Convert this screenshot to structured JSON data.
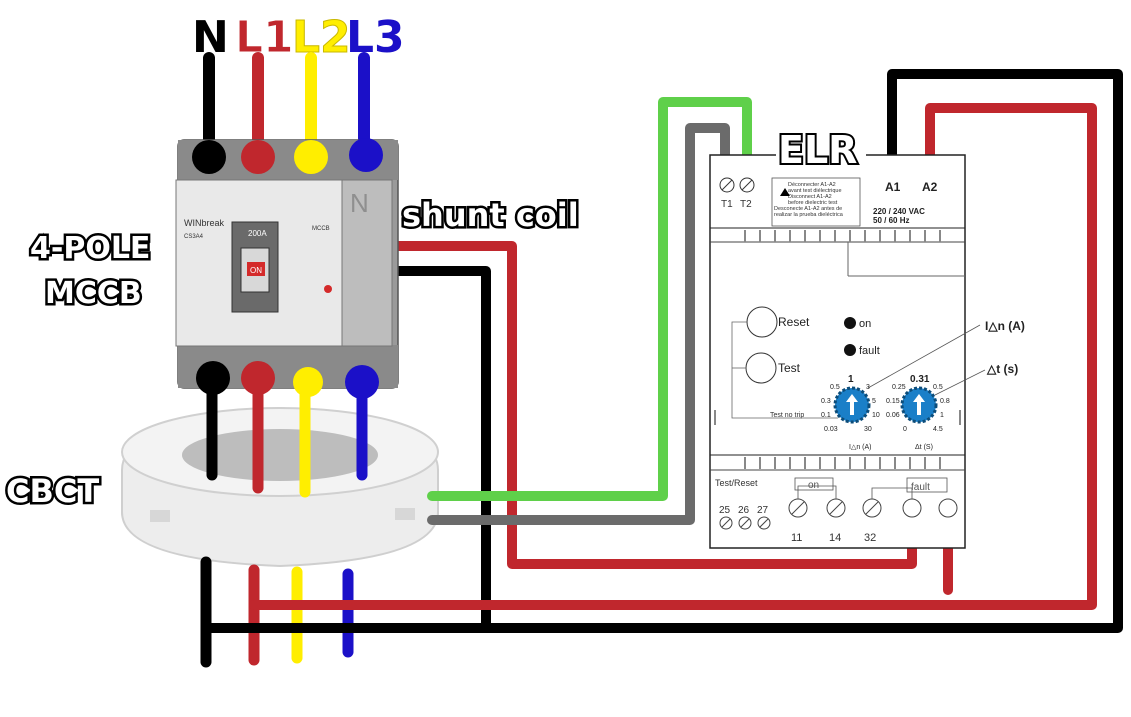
{
  "phases": {
    "n": {
      "label": "N",
      "color": "#000000"
    },
    "l1": {
      "label": "L1",
      "color": "#c0272d"
    },
    "l2": {
      "label": "L2",
      "color": "#ffee00"
    },
    "l3": {
      "label": "L3",
      "color": "#1b10c8"
    }
  },
  "labels": {
    "mccb_line1": "4-POLE",
    "mccb_line2": "MCCB",
    "cbct": "CBCT",
    "shunt_coil": "shunt coil",
    "elr": "ELR"
  },
  "mccb": {
    "brand": "WINbreak",
    "model": "CS3A4",
    "rating": "200A",
    "trip": "ON",
    "side_label": "MCCB"
  },
  "elr_panel": {
    "t1": "T1",
    "t2": "T2",
    "a1": "A1",
    "a2": "A2",
    "warning": [
      "Déconnecter A1-A2",
      "avant test diélectrique",
      "Disconnect A1-A2",
      "before dielectric test",
      "Desconecte A1-A2 antes de",
      "realizar la prueba dieléctrica"
    ],
    "voltage": "220 / 240 VAC",
    "freq": "50 / 60 Hz",
    "reset": "Reset",
    "test": "Test",
    "on": "on",
    "fault": "fault",
    "test_no_trip": "Test no trip",
    "idn_title": "I△n (A)",
    "dt_title": "△t (s)",
    "idn_caption": "I△n (A)",
    "dt_caption": "Δt (S)",
    "idn_top": "1",
    "dt_top": "0.31",
    "idn_ticks": [
      "0.5",
      "3",
      "0.3",
      "5",
      "0.1",
      "10",
      "0.03",
      "30"
    ],
    "dt_ticks": [
      "0.25",
      "0.5",
      "0.15",
      "0.8",
      "0.06",
      "1",
      "0",
      "4.5"
    ],
    "test_reset": "Test/Reset",
    "on_box": "on",
    "fault_box": "fault",
    "term_25": "25",
    "term_26": "26",
    "term_27": "27",
    "term_11": "11",
    "term_14": "14",
    "term_32": "32"
  },
  "colors": {
    "black": "#000000",
    "red": "#c0272d",
    "yellow": "#ffee00",
    "blue": "#1b10c8",
    "green": "#5fd04a",
    "grey": "#6b6b6b"
  }
}
